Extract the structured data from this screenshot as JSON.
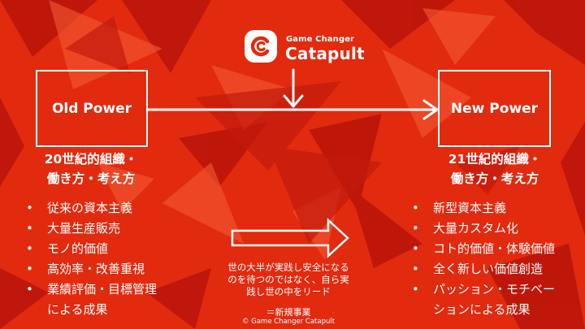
{
  "logo": {
    "small_text": "Game Changer",
    "big_text": "Catapult"
  },
  "old_power": {
    "title": "Old Power",
    "subtitle_line1": "20世紀的組織・",
    "subtitle_line2": "働き方・考え方",
    "items": [
      "従来の資本主義",
      "大量生産販売",
      "モノ的価値",
      "高効率・改善重視",
      "業績評価・目標管理",
      "による成果"
    ]
  },
  "new_power": {
    "title": "New Power",
    "subtitle_line1": "21世紀的組織・",
    "subtitle_line2": "働き方・考え方",
    "items": [
      "新型資本主義",
      "大量カスタム化",
      "コト的価値・体験価値",
      "全く新しい価値創造",
      "パッション・モチベー",
      "ションによる成果"
    ]
  },
  "center": {
    "line1": "世の大半が実践し安全になる",
    "line2": "のを待つのではなく、自ら実",
    "line3": "践し世の中をリード",
    "equation": "＝新規事業"
  },
  "footer": {
    "copyright": "© Game Changer Catapult"
  },
  "bullet_glyph": "•",
  "colors": {
    "background": "#e5250c",
    "shard_dark": "#b8140a",
    "shard_light": "#f04d2a",
    "foreground": "#ffffff"
  },
  "icons": [
    "catapult-logo-icon",
    "down-arrow-icon",
    "right-arrow-icon",
    "outline-arrow-icon"
  ]
}
